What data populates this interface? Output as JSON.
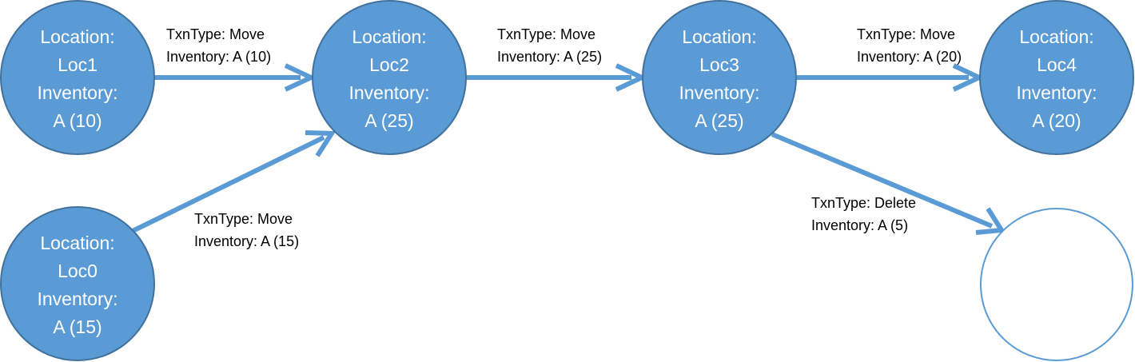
{
  "colors": {
    "node_fill": "#5b9bd5",
    "node_stroke": "#41719c",
    "empty_node_stroke": "#5b9bd5",
    "arrow": "#5b9bd5",
    "node_text": "#ffffff",
    "edge_text": "#000000"
  },
  "nodes": {
    "loc1": {
      "lines": [
        "Location:",
        "Loc1",
        "Inventory:",
        "A (10)"
      ]
    },
    "loc2": {
      "lines": [
        "Location:",
        "Loc2",
        "Inventory:",
        "A (25)"
      ]
    },
    "loc3": {
      "lines": [
        "Location:",
        "Loc3",
        "Inventory:",
        "A (25)"
      ]
    },
    "loc4": {
      "lines": [
        "Location:",
        "Loc4",
        "Inventory:",
        "A (20)"
      ]
    },
    "loc0": {
      "lines": [
        "Location:",
        "Loc0",
        "Inventory:",
        "A (15)"
      ]
    },
    "deleted": {
      "lines": []
    }
  },
  "edges": {
    "loc1_to_loc2": {
      "txn": "TxnType: Move",
      "inv": "Inventory: A (10)"
    },
    "loc2_to_loc3": {
      "txn": "TxnType: Move",
      "inv": "Inventory: A (25)"
    },
    "loc3_to_loc4": {
      "txn": "TxnType: Move",
      "inv": "Inventory: A (20)"
    },
    "loc0_to_loc2": {
      "txn": "TxnType: Move",
      "inv": "Inventory: A (15)"
    },
    "loc3_to_deleted": {
      "txn": "TxnType: Delete",
      "inv": "Inventory: A (5)"
    }
  }
}
